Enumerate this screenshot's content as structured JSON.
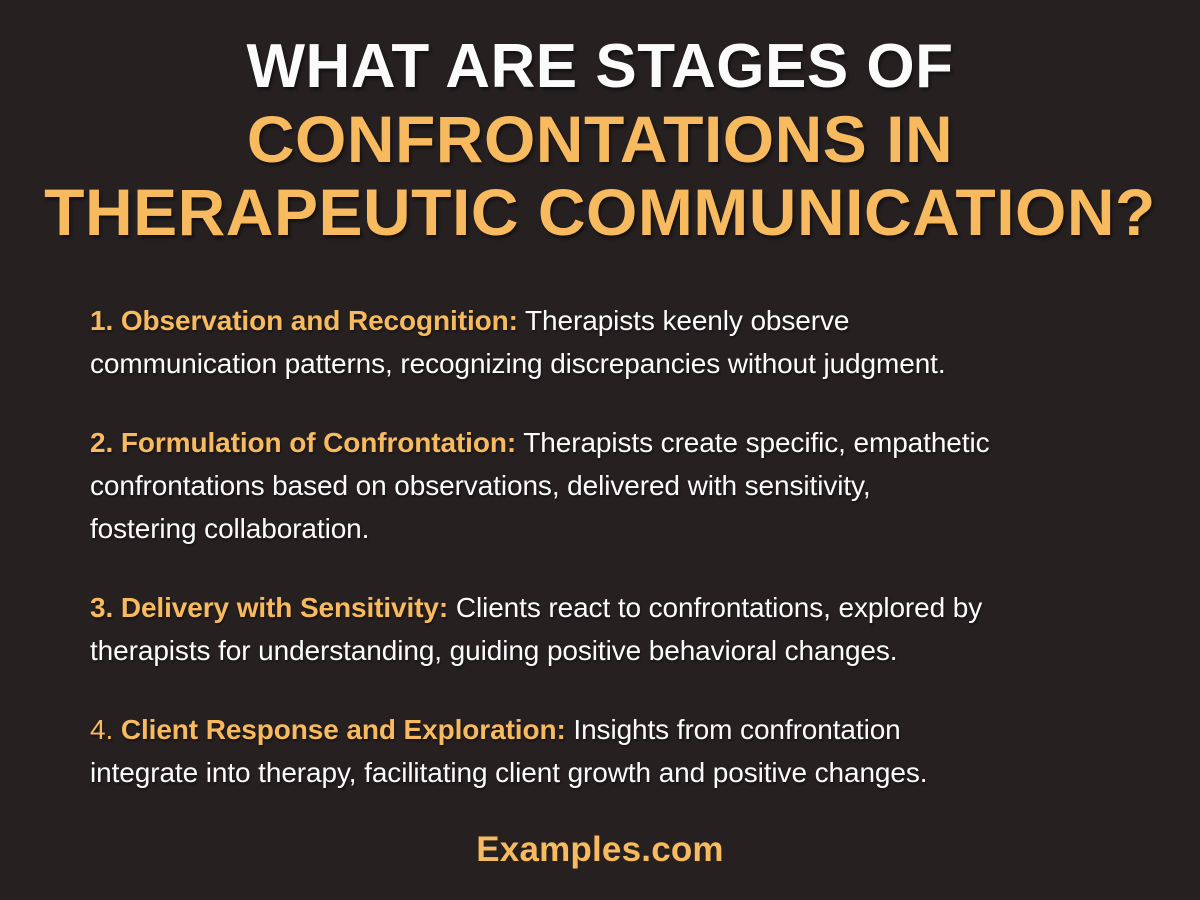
{
  "page": {
    "background_color": "#262021",
    "accent_color": "#f8ba5e",
    "title_white_color": "#fbfbfb",
    "body_text_color": "#fcfcfc"
  },
  "title": {
    "line1": "WHAT ARE STAGES OF",
    "line2": "CONFRONTATIONS IN",
    "line3": "THERAPEUTIC COMMUNICATION?"
  },
  "content": {
    "items": [
      {
        "number": "1.",
        "heading": "Observation and Recognition:",
        "text": "Therapists keenly observe\ncommunication patterns, recognizing discrepancies without judgment."
      },
      {
        "number": "2.",
        "heading": "Formulation of Confrontation:",
        "text": "Therapists create specific, empathetic\nconfrontations based on observations, delivered with sensitivity,\nfostering collaboration."
      },
      {
        "number": "3.",
        "heading": "Delivery with Sensitivity:",
        "text": "Clients react to confrontations, explored by\ntherapists for understanding, guiding positive behavioral changes."
      },
      {
        "number": "4.",
        "heading": "Client Response and Exploration:",
        "text": "Insights from confrontation\nintegrate into therapy, facilitating client growth and positive changes."
      }
    ]
  },
  "footer": {
    "brand": "Examples.com"
  }
}
